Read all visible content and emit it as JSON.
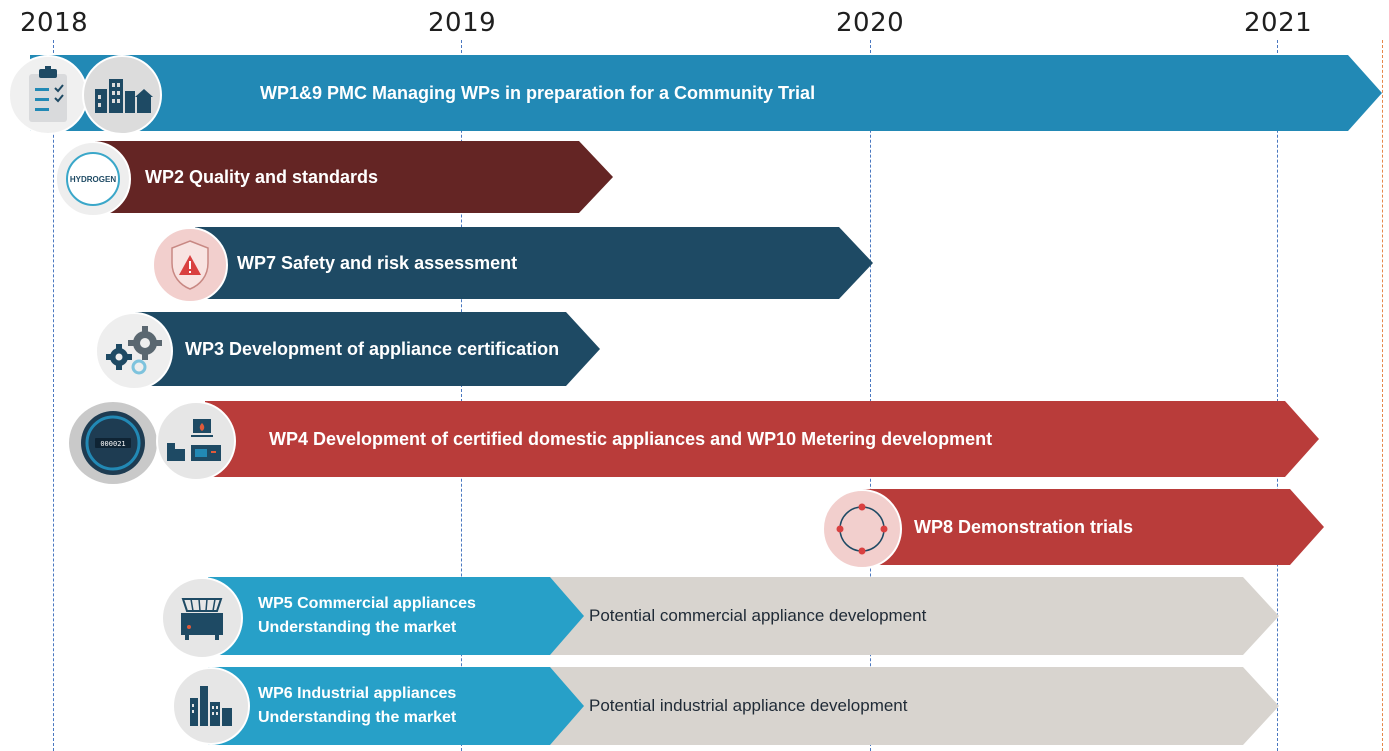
{
  "timeline": {
    "years": [
      "2018",
      "2019",
      "2020",
      "2021"
    ]
  },
  "bars": {
    "wp1": {
      "label": "WP1&9 PMC Managing WPs in preparation for a Community Trial",
      "color": "#2289b5"
    },
    "wp2": {
      "label": "WP2 Quality and standards",
      "color": "#642524"
    },
    "wp7": {
      "label": "WP7 Safety and risk assessment",
      "color": "#1e4a64"
    },
    "wp3": {
      "label": "WP3 Development of appliance certification",
      "color": "#1e4a64"
    },
    "wp4": {
      "label": "WP4 Development of certified domestic appliances and WP10 Metering development",
      "color": "#b93c3a"
    },
    "wp8": {
      "label": "WP8 Demonstration trials",
      "color": "#b93c3a"
    },
    "wp5": {
      "line1": "WP5 Commercial appliances",
      "line2": "Understanding the market",
      "color": "#27a0c8"
    },
    "wp5_potential": {
      "label": "Potential commercial appliance development",
      "color": "#d8d4cf"
    },
    "wp6": {
      "line1": "WP6 Industrial appliances",
      "line2": "Understanding the market",
      "color": "#27a0c8"
    },
    "wp6_potential": {
      "label": "Potential industrial appliance development",
      "color": "#d8d4cf"
    }
  },
  "icons": {
    "hydrogen_logo_text": "HYDROGEN",
    "meter_readout": "000021"
  }
}
